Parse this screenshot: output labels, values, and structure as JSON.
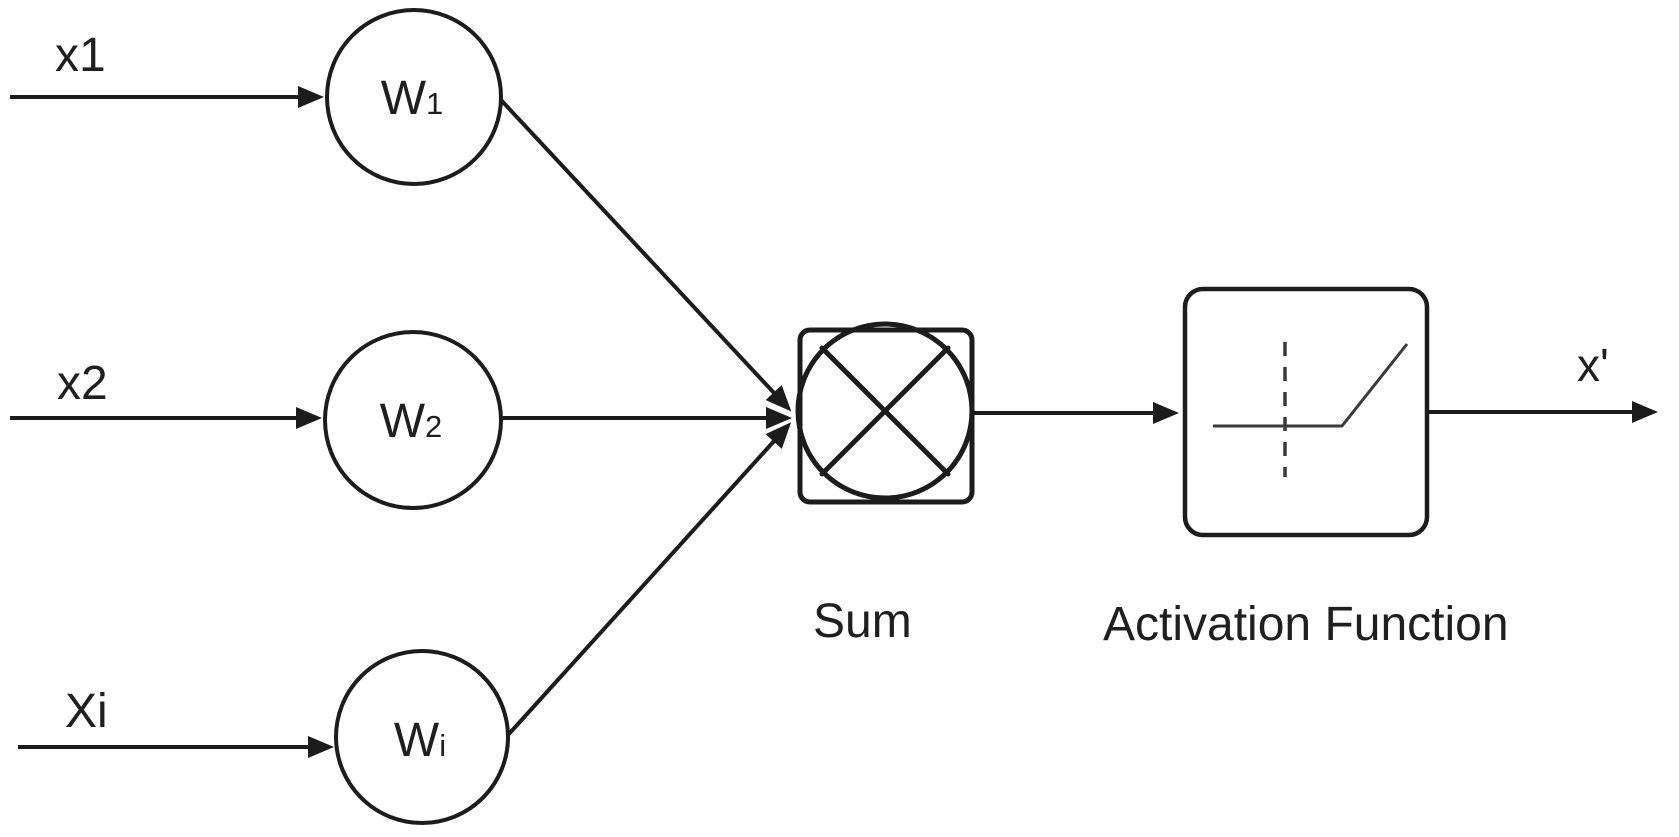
{
  "diagram": {
    "title": "single-neuron perceptron diagram",
    "colors": {
      "line": "#1c1c1c",
      "inner_line": "#3a3a3a",
      "background": "#ffffff"
    },
    "inputs": [
      {
        "label": "x1"
      },
      {
        "label": "x2"
      },
      {
        "label": "Xi"
      }
    ],
    "weights": [
      {
        "base": "W",
        "sub": "1"
      },
      {
        "base": "W",
        "sub": "2"
      },
      {
        "base": "W",
        "sub": "i"
      }
    ],
    "sum": {
      "label": "Sum"
    },
    "activation": {
      "label": "Activation Function"
    },
    "output": {
      "label": "x'"
    }
  }
}
